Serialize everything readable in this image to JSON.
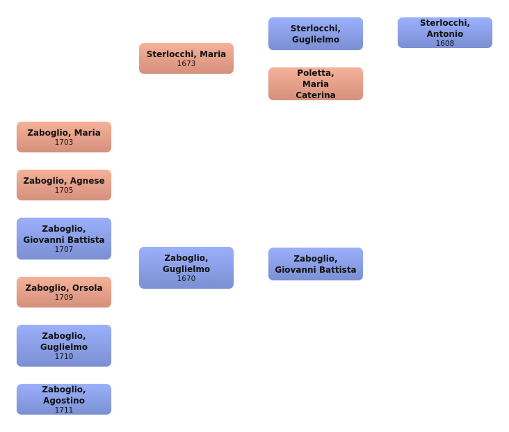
{
  "tree": {
    "people": [
      {
        "id": "maria-1703",
        "name": "Zaboglio, Maria",
        "year": "1703",
        "sex": "female"
      },
      {
        "id": "agnese-1705",
        "name": "Zaboglio, Agnese",
        "year": "1705",
        "sex": "female"
      },
      {
        "id": "giovanni-battista-1707",
        "name": "Zaboglio, Giovanni Battista",
        "year": "1707",
        "sex": "male"
      },
      {
        "id": "orsola-1709",
        "name": "Zaboglio, Orsola",
        "year": "1709",
        "sex": "female"
      },
      {
        "id": "guglielmo-1710",
        "name": "Zaboglio, Guglielmo",
        "year": "1710",
        "sex": "male"
      },
      {
        "id": "agostino-1711",
        "name": "Zaboglio, Agostino",
        "year": "1711",
        "sex": "male"
      },
      {
        "id": "sterlocchi-maria",
        "name": "Sterlocchi, Maria",
        "year": "1673",
        "sex": "female"
      },
      {
        "id": "zaboglio-guglielmo-1670",
        "name": "Zaboglio, Guglielmo",
        "year": "1670",
        "sex": "male"
      },
      {
        "id": "sterlocchi-guglielmo",
        "name": "Sterlocchi, Guglielmo",
        "year": "",
        "sex": "male"
      },
      {
        "id": "poletta-maria-caterina",
        "name": "Poletta, Maria Caterina",
        "year": "",
        "sex": "female"
      },
      {
        "id": "zaboglio-giovanni-battista",
        "name": "Zaboglio, Giovanni Battista",
        "year": "",
        "sex": "male"
      },
      {
        "id": "sterlocchi-antonio",
        "name": "Sterlocchi, Antonio",
        "year": "1608",
        "sex": "male"
      }
    ],
    "colors": {
      "male_top": "#9bb0fb",
      "male_bottom": "#7b8fd3",
      "female_top": "#f6b199",
      "female_bottom": "#d4907c"
    }
  }
}
